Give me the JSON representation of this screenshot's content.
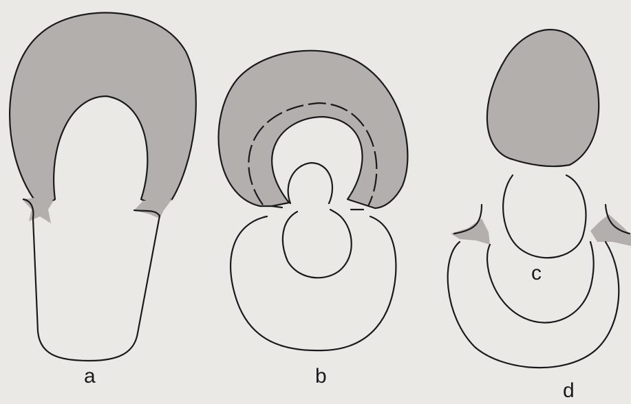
{
  "figure": {
    "labels": {
      "a": "a",
      "b": "b",
      "c": "c",
      "d": "d"
    },
    "colors": {
      "background": "#ebe9e5",
      "shading": "#b3afac",
      "stroke": "#1a1a1a"
    }
  }
}
